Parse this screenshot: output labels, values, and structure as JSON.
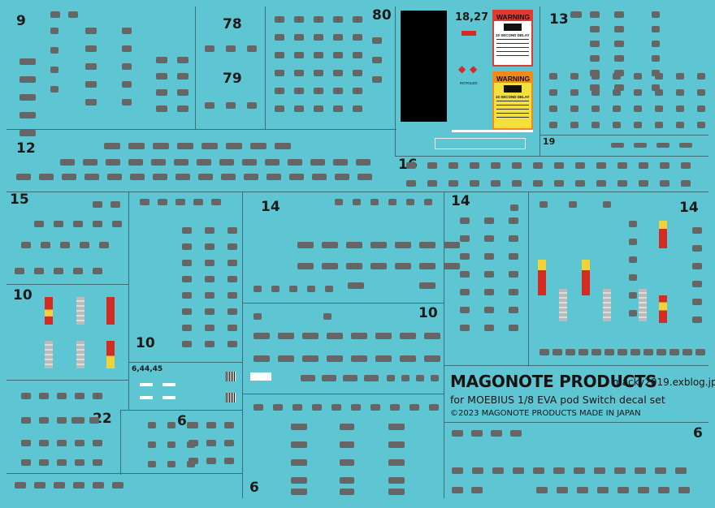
{
  "branding": {
    "title": "MAGONOTE PRODUCTS",
    "url": "macky2019.exblog.jp",
    "subtitle": "for MOEBIUS 1/8 EVA pod Switch decal set",
    "copyright": "©2023 MAGONOTE PRODUCTS MADE IN JAPAN"
  },
  "panels": [
    {
      "id": "p9",
      "label": "9"
    },
    {
      "id": "p78",
      "label": "78"
    },
    {
      "id": "p79",
      "label": "79"
    },
    {
      "id": "p80",
      "label": "80"
    },
    {
      "id": "p1827",
      "label": "18,27"
    },
    {
      "id": "p13",
      "label": "13"
    },
    {
      "id": "p19",
      "label": "19"
    },
    {
      "id": "p12",
      "label": "12"
    },
    {
      "id": "p16",
      "label": "16"
    },
    {
      "id": "p15",
      "label": "15"
    },
    {
      "id": "p14a",
      "label": "14"
    },
    {
      "id": "p14b",
      "label": "14"
    },
    {
      "id": "p14c",
      "label": "14"
    },
    {
      "id": "p10a",
      "label": "10"
    },
    {
      "id": "p10b",
      "label": "10"
    },
    {
      "id": "p10c",
      "label": "10"
    },
    {
      "id": "p64445",
      "label": "6,44,45"
    },
    {
      "id": "p22",
      "label": "22"
    },
    {
      "id": "p6a",
      "label": "6"
    },
    {
      "id": "p6b",
      "label": "6"
    },
    {
      "id": "p6c",
      "label": "6"
    }
  ],
  "warnings": [
    {
      "title": "WARNING",
      "subtitle": "10 SECOND DELAY",
      "color": "#e23a2e"
    },
    {
      "title": "WARNING",
      "subtitle": "10 SECOND DELAY",
      "color": "#f08a1c"
    }
  ],
  "small_label": "ROTOLED",
  "colors": {
    "background": "#5ec6d2",
    "chip": "#666666",
    "border": "#3a6f78"
  }
}
